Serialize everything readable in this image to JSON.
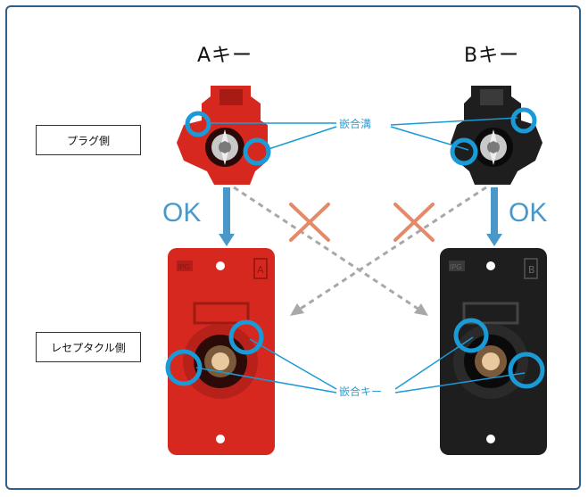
{
  "titles": {
    "a_key": "Aキー",
    "b_key": "Bキー"
  },
  "side_labels": {
    "plug": "プラグ側",
    "receptacle": "レセプタクル側"
  },
  "callouts": {
    "groove": "嵌合溝",
    "key": "嵌合キー"
  },
  "ok_labels": {
    "left": "OK",
    "right": "OK"
  },
  "receptacle_marks": {
    "left_badge": "A",
    "right_badge": "B",
    "left_logo": "IPG",
    "right_logo": "IPG"
  },
  "colors": {
    "frame": "#2f5f8a",
    "red_part": "#d7281f",
    "black_part": "#1e1e1e",
    "highlight_ring": "#1a9ad6",
    "ok_arrow": "#4a98c9",
    "dashed_arrow": "#a8a8a8",
    "cross_mark": "#e48a68",
    "callout_text": "#2a9fd6"
  }
}
